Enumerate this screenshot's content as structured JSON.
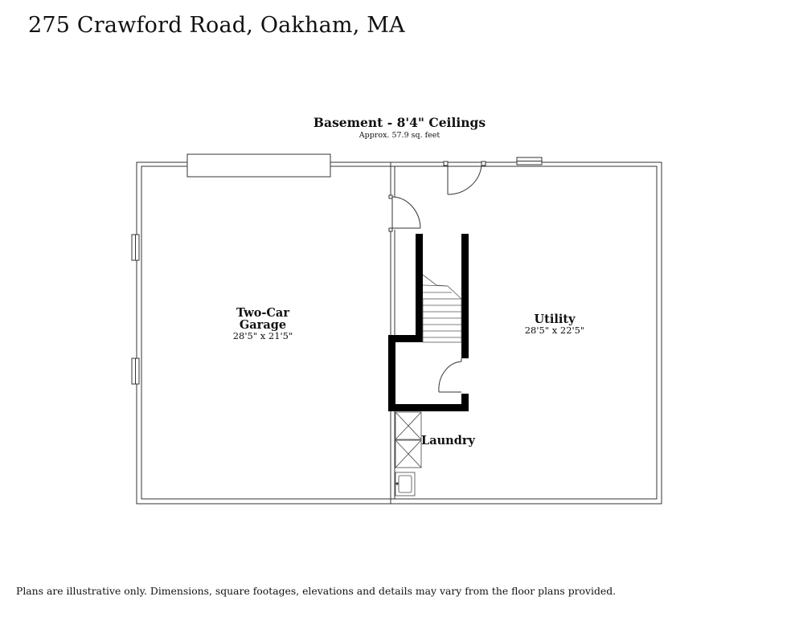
{
  "header": {
    "address": "275 Crawford Road, Oakham, MA"
  },
  "plan": {
    "title": "Basement - 8'4\" Ceilings",
    "area": "Approx. 57.9 sq. feet"
  },
  "rooms": {
    "garage": {
      "name_line1": "Two-Car",
      "name_line2": "Garage",
      "dims": "28'5\" x 21'5\""
    },
    "utility": {
      "name": "Utility",
      "dims": "28'5\" x 22'5\""
    },
    "laundry": {
      "name": "Laundry"
    }
  },
  "footer": {
    "disclaimer": "Plans are illustrative only. Dimensions, square footages, elevations and details may vary from the floor plans provided."
  }
}
